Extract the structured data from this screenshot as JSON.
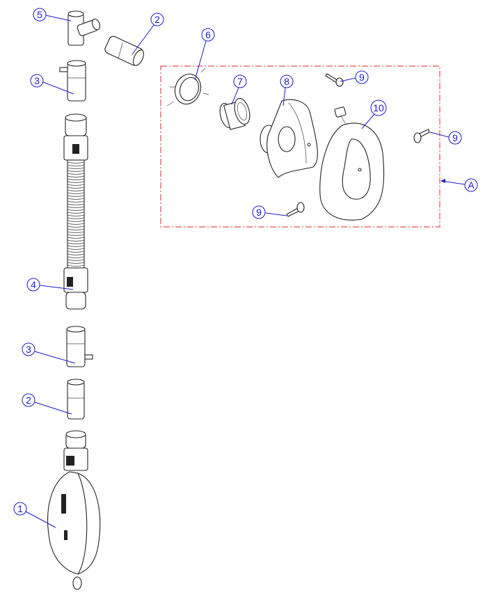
{
  "title": "Exploded parts diagram - breathing circuit with mask assembly",
  "callouts": {
    "c1": "1",
    "c2_top": "2",
    "c2_bottom": "2",
    "c3_top": "3",
    "c3_bottom": "3",
    "c4": "4",
    "c5": "5",
    "c6": "6",
    "c7": "7",
    "c8": "8",
    "c9_a": "9",
    "c9_b": "9",
    "c9_c": "9",
    "c10": "10",
    "cA": "A"
  },
  "colors": {
    "callout": "#1a1acc",
    "assembly_box": "#e0262b",
    "line": "#222222"
  }
}
